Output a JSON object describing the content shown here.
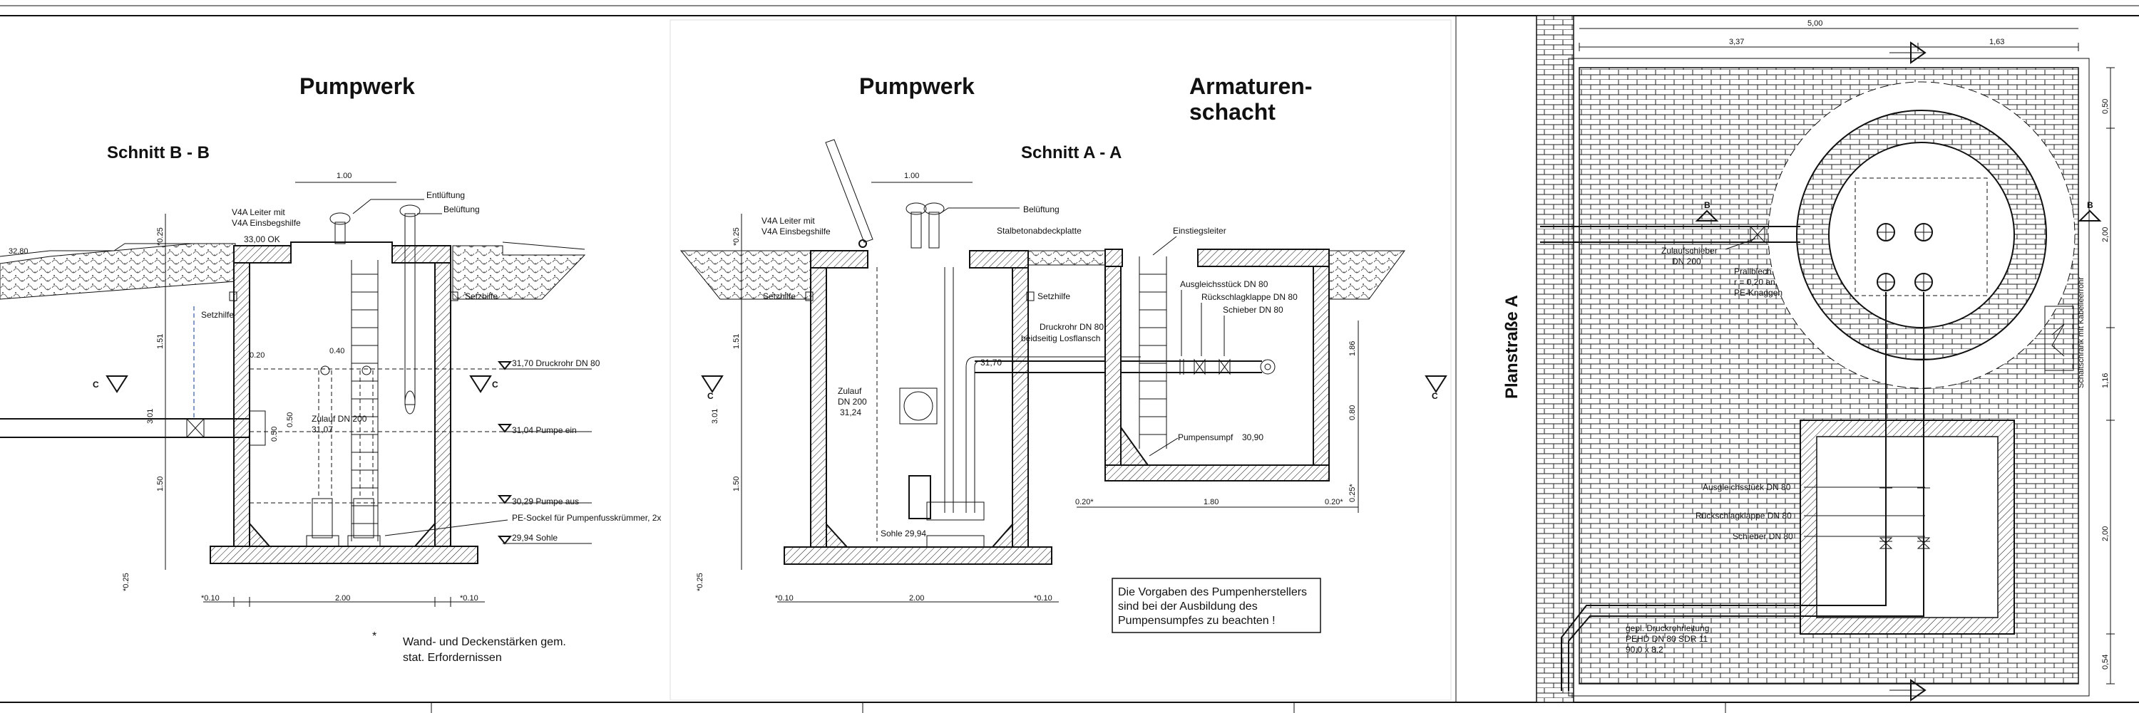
{
  "panel1": {
    "title": "Pumpwerk",
    "section": "Schnitt  B - B",
    "labels": {
      "ventilation": "Entlüftung",
      "aeration": "Belüftung",
      "ladder_line1": "V4A Leiter mit",
      "ladder_line2": "V4A Einsbegshilfe",
      "ok": "33,00 OK",
      "setzhilfe_r": "Setzhilfe",
      "setzhilfe_l": "Setzhilfe",
      "zulauf": "Zulauf DN 200",
      "zulauf_lvl": "31,07",
      "druckrohr": "31,70 Druckrohr DN 80",
      "pumpe_ein": "31,04  Pumpe ein",
      "pumpe_aus": "30,29  Pumpe aus",
      "pe_sockel": "PE-Sockel für Pumpenfusskrümmer, 2x",
      "sohle": "29,94  Sohle",
      "ground_lvl": "32,80",
      "c_left": "C",
      "c_right": "C"
    },
    "dims": {
      "top_width": "1.00",
      "d025_top": "*0.25",
      "d151": "1.51",
      "d301": "3.01",
      "d150": "1.50",
      "d025_bot": "*0.25",
      "d020": "0.20",
      "d040": "0.40",
      "d050a": "0.50",
      "d050b": "0.50",
      "bot_left": "*0.10",
      "bot_mid": "2.00",
      "bot_right": "*0.10"
    },
    "footnote_star": "*",
    "footnote_line1": "Wand- und Deckenstärken gem.",
    "footnote_line2": "stat. Erfordernissen"
  },
  "panel2": {
    "title": "Pumpwerk",
    "title2_line1": "Armaturen-",
    "title2_line2": "schacht",
    "section": "Schnitt  A - A",
    "labels": {
      "ladder_line1": "V4A Leiter mit",
      "ladder_line2": "V4A Einsbegshilfe",
      "aeration": "Belüftung",
      "deckplatte": "Stalbetonabdeckplatte",
      "einstieg": "Einstiegsleiter",
      "setzhilfe_l": "Setzhilfe",
      "setzhilfe_r": "Setzhilfe",
      "ausgleich": "Ausgleichsstück DN 80",
      "rueckschlag": "Rückschlagklappe DN 80",
      "schieber": "Schieber DN 80",
      "druckrohr1": "Druckrohr DN 80",
      "druckrohr2": "beidseitig Losflansch",
      "lvl_3170": "31,70",
      "zulauf1": "Zulauf",
      "zulauf2": "DN 200",
      "zulauf3": "31,24",
      "pumpensumpf": "Pumpensumpf",
      "lvl_3090": "30,90",
      "sohle": "Sohle 29,94",
      "c_left": "C",
      "c_right": "C"
    },
    "dims": {
      "top_width": "1.00",
      "d025_top": "*0.25",
      "d151": "1.51",
      "d301": "3.01",
      "d150": "1.50",
      "d025_bot": "*0.25",
      "bot_left": "*0.10",
      "bot_mid": "2.00",
      "bot_right": "*0.10",
      "as_left": "0.20*",
      "as_mid": "1.80",
      "as_right": "0.20*",
      "as_186": "1.86",
      "as_080": "0.80",
      "as_025": "0.25*"
    },
    "note_line1": "Die Vorgaben des Pumpenherstellers",
    "note_line2": "sind bei der Ausbildung des",
    "note_line3": "Pumpensumpfes zu beachten !"
  },
  "panel3": {
    "street": "Planstraße A",
    "dims": {
      "top_total": "5,00",
      "top_a": "3,37",
      "top_b": "1,63",
      "right_a": "0,50",
      "right_b": "2,00",
      "right_c": "1,16",
      "right_d": "2,00",
      "right_e": "0,54"
    },
    "labels": {
      "b_left": "B",
      "b_right": "B",
      "zulaufschieber1": "Zulaufschieber",
      "zulaufschieber2": "DN 200",
      "prallblech1": "Prallblech",
      "prallblech2": "r = 0,20 an",
      "prallblech3": "PE-Knaggen",
      "schaltschrank": "Schaltschrank mit Kabelleerrohr",
      "ausgleich": "Ausgleichsstück DN 80",
      "rueckschlag": "Rückschlagklappe DN 80",
      "schieber": "Schieber DN 80",
      "druck1": "gepl. Druckrohrleitung",
      "druck2": "PEHD DN 80 SDR 11",
      "druck3": "90,0 x 8,2"
    }
  },
  "colors": {
    "ink": "#111111",
    "hidden_line": "#5b7db5",
    "ground_text": "#9a9a9a"
  }
}
